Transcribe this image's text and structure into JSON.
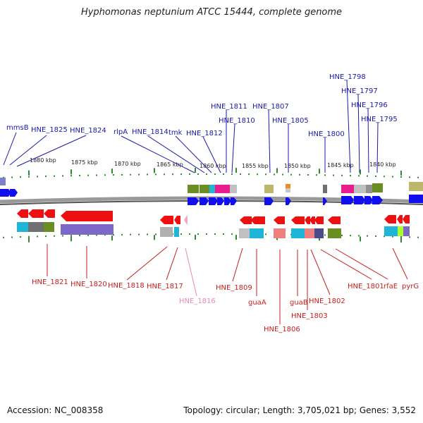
{
  "title": "Hyphomonas neptunium ATCC 15444, complete genome",
  "accession": "Accession: NC_008358",
  "summary": "Topology: circular; Length: 3,705,021 bp; Genes: 3,552",
  "colors": {
    "upper_label": "#1a1aa8",
    "lower_label": "#c81e1e",
    "pink_label": "#e88ab8",
    "tick": "#2e8b2e",
    "backbone": "#777777",
    "blue_gene": "#1010ee",
    "red_gene": "#ee1010"
  },
  "scale_labels": [
    "1880 kbp",
    "1875 kbp",
    "1870 kbp",
    "1865 kbp",
    "1860 kbp",
    "1855 kbp",
    "1850 kbp",
    "1845 kbp",
    "1840 kbp"
  ],
  "upper_genes": [
    "mmsB",
    "HNE_1825",
    "HNE_1824",
    "rlpA",
    "HNE_1814",
    "tmk",
    "HNE_1812",
    "HNE_1811",
    "HNE_1810",
    "HNE_1807",
    "HNE_1805",
    "HNE_1800",
    "HNE_1798",
    "HNE_1797",
    "HNE_1796",
    "HNE_1795"
  ],
  "lower_genes": [
    "HNE_1821",
    "HNE_1820",
    "HNE_1818",
    "HNE_1817",
    "HNE_1816",
    "HNE_1809",
    "guaA",
    "HNE_1806",
    "guaB",
    "HNE_1803",
    "HNE_1802",
    "HNE_1801",
    "rfaE",
    "pyrG"
  ]
}
